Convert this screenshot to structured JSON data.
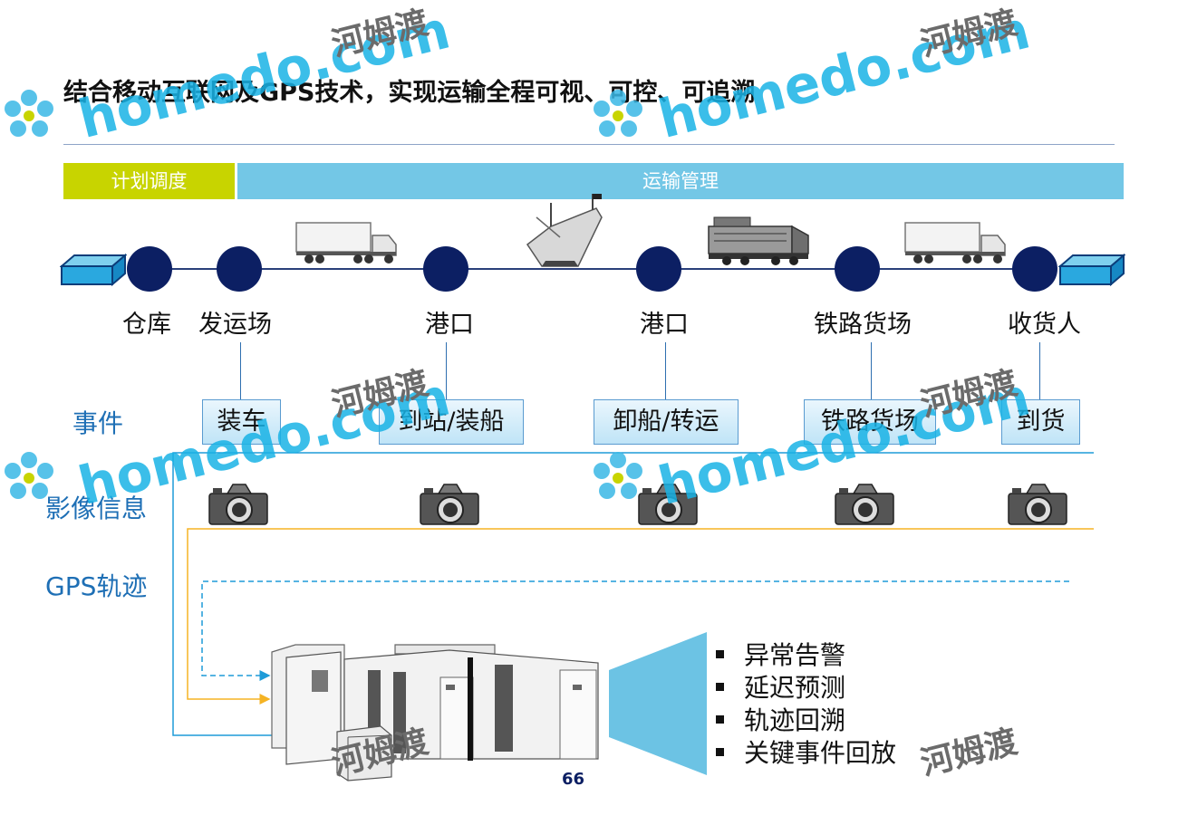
{
  "title": "结合移动互联网及GPS技术，实现运输全程可视、可控、可追溯",
  "phases": {
    "plan": "计划调度",
    "transport": "运输管理"
  },
  "nodes": [
    "仓库",
    "发运场",
    "港口",
    "港口",
    "铁路货场",
    "收货人"
  ],
  "rows": {
    "events": "事件",
    "images": "影像信息",
    "gps": "GPS轨迹"
  },
  "events": [
    "装车",
    "到站/装船",
    "卸船/转运",
    "铁路货场",
    "到货"
  ],
  "bullets": [
    "异常告警",
    "延迟预测",
    "轨迹回溯",
    "关键事件回放"
  ],
  "page_number": "66",
  "watermark": {
    "latin": "homedo.com",
    "chinese": "河姆渡"
  },
  "colors": {
    "plan": "#c8d400",
    "transport": "#73c7e6",
    "node": "#0c1f63",
    "accent": "#1e6fb5",
    "gps_line": "#f5b324",
    "funnel": "#6cc3e4"
  },
  "icons": [
    "box-icon",
    "truck-icon",
    "ship-icon",
    "train-icon",
    "camera-icon",
    "server-icon"
  ]
}
